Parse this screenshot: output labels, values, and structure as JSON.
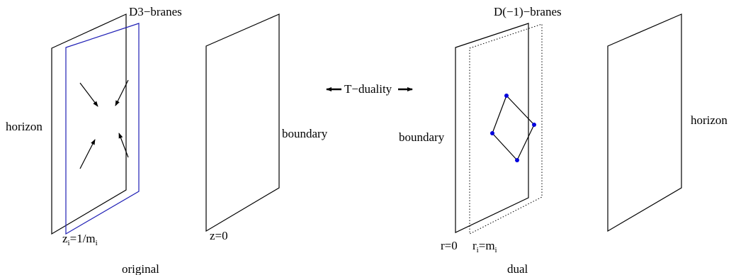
{
  "left": {
    "d3_branes": "D3−branes",
    "horizon": "horizon",
    "boundary": "boundary",
    "z_i_main": "z",
    "z_i_sub": "i",
    "z_i_eq": "=1/m",
    "z_i_sub2": "i",
    "z0": "z=0",
    "caption": "original",
    "brane_color": "#1f1fb5"
  },
  "center": {
    "t_duality": "T−duality"
  },
  "right": {
    "dm1_branes": "D(−1)−branes",
    "boundary": "boundary",
    "horizon": "horizon",
    "r0": "r=0",
    "r_i_main": "r",
    "r_i_sub": "i",
    "r_i_eq": "=m",
    "r_i_sub2": "i",
    "caption": "dual",
    "point_color": "#0000dd"
  }
}
